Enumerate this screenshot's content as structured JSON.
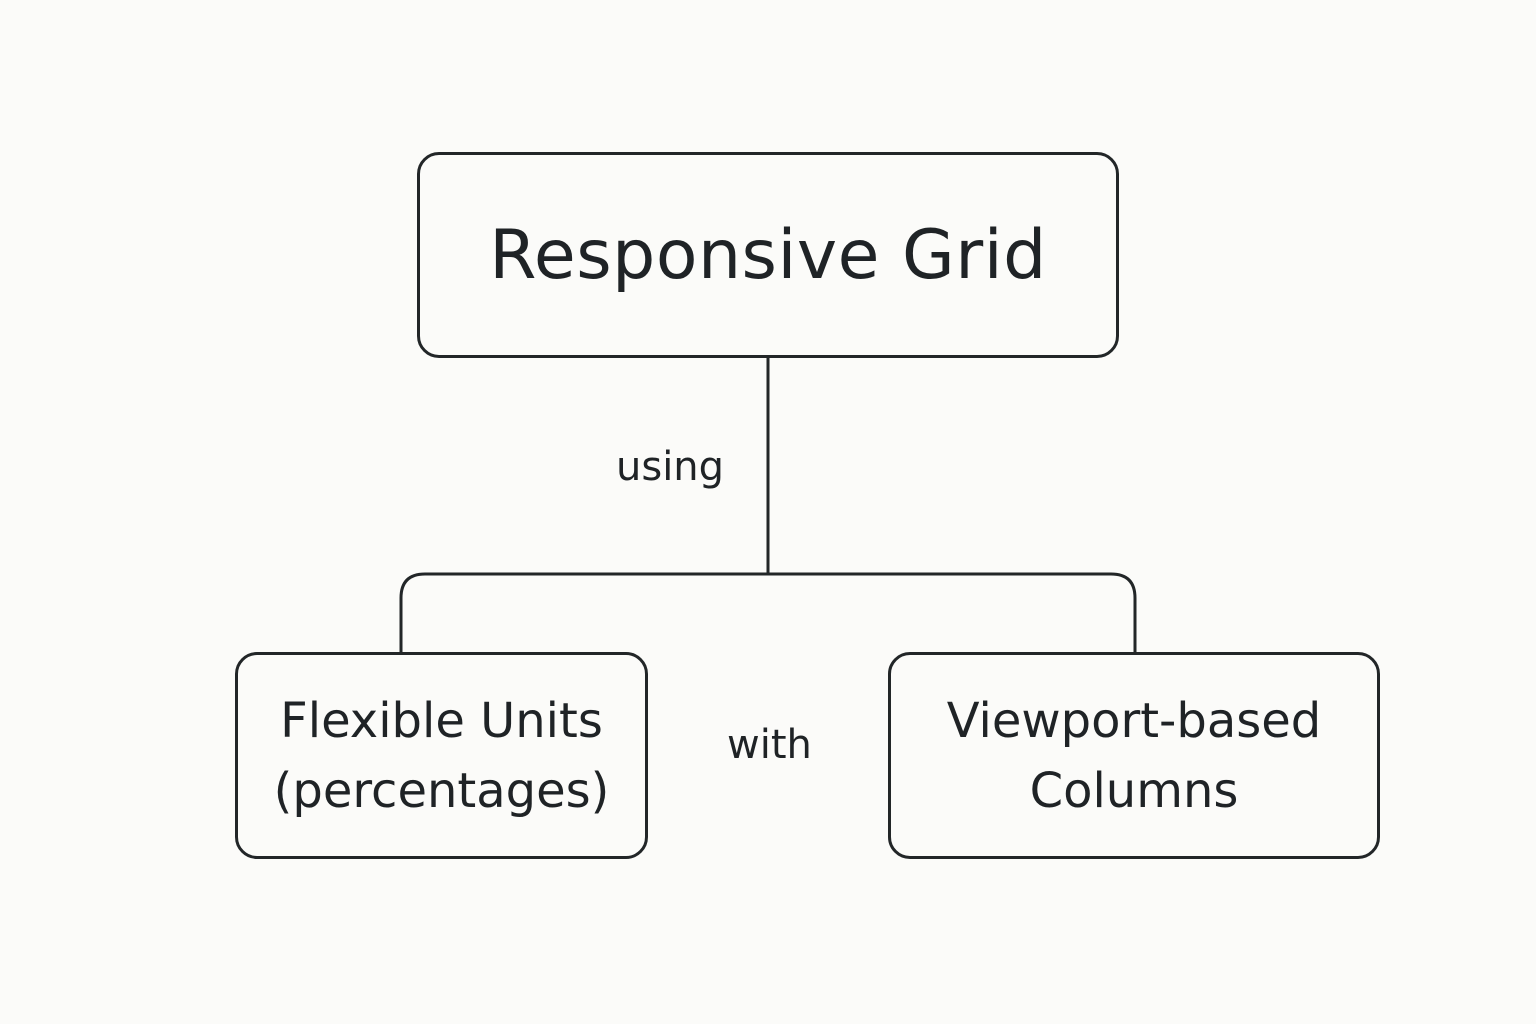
{
  "diagram": {
    "root": {
      "label": "Responsive Grid"
    },
    "edge_labels": {
      "root_to_children": "using",
      "between_children": "with"
    },
    "children": [
      {
        "lines": [
          "Flexible Units",
          "(percentages)"
        ]
      },
      {
        "lines": [
          "Viewport-based",
          "Columns"
        ]
      }
    ],
    "colors": {
      "stroke": "#222628",
      "background": "#fbfbf9",
      "text": "#1f2326"
    }
  }
}
